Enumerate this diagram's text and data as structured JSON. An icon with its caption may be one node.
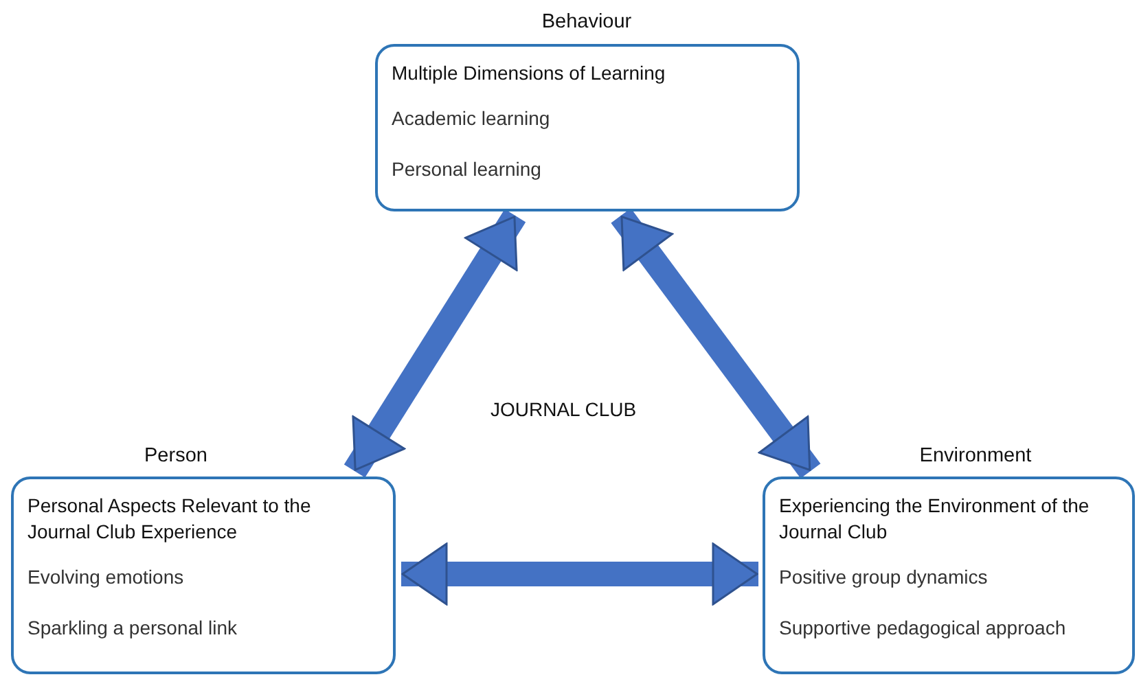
{
  "diagram": {
    "nodes": [
      {
        "text": [
          "Multiple Dimensions of Learning",
          "Academic learning",
          "Personal learning"
        ],
        "beside": [
          "Behaviour"
        ]
      },
      {
        "text": [
          "Personal Aspects Relevant to the Journal Club Experience",
          "Evolving emotions",
          "Sparkling a personal link"
        ],
        "beside": [
          "Person"
        ]
      },
      {
        "text": [
          "Experiencing the Environment of the Journal Club",
          "Positive group dynamics",
          "Supportive pedagogical approach"
        ],
        "beside": [
          "Environment"
        ]
      }
    ],
    "edges": [
      {
        "from": 1,
        "to": 0,
        "arrow": "both"
      },
      {
        "from": 0,
        "to": 2,
        "arrow": "both"
      },
      {
        "from": 1,
        "to": 2,
        "arrow": "both"
      }
    ],
    "labels": [
      "JOURNAL CLUB"
    ]
  }
}
